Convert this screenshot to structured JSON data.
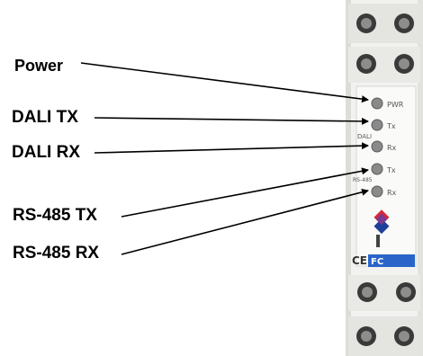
{
  "callouts": [
    {
      "label": "Power",
      "target_led": "pwr"
    },
    {
      "label": "DALI TX",
      "target_led": "dali_tx"
    },
    {
      "label": "DALI RX",
      "target_led": "dali_rx"
    },
    {
      "label": "RS-485 TX",
      "target_led": "rs485_tx"
    },
    {
      "label": "RS-485 RX",
      "target_led": "rs485_rx"
    }
  ],
  "device": {
    "led_labels": {
      "pwr": "PWR",
      "dali_tx": "Tx",
      "dali_rx": "Rx",
      "rs485_tx": "Tx",
      "rs485_rx": "Rx"
    },
    "group_labels": {
      "dali": "DALI",
      "rs485": "RS-485"
    },
    "ce_mark": "CE",
    "fcc_mark": "FC"
  },
  "colors": {
    "housing": "#f2f2f0",
    "housing_shadow": "#d9d9d6",
    "terminal_dark": "#3a3a3a",
    "led": "#8a8a8a",
    "logo_red": "#d8263a",
    "logo_blue": "#1e3f9a",
    "logo_purple": "#7a3b8f",
    "fcc_blue": "#2a64c8"
  }
}
